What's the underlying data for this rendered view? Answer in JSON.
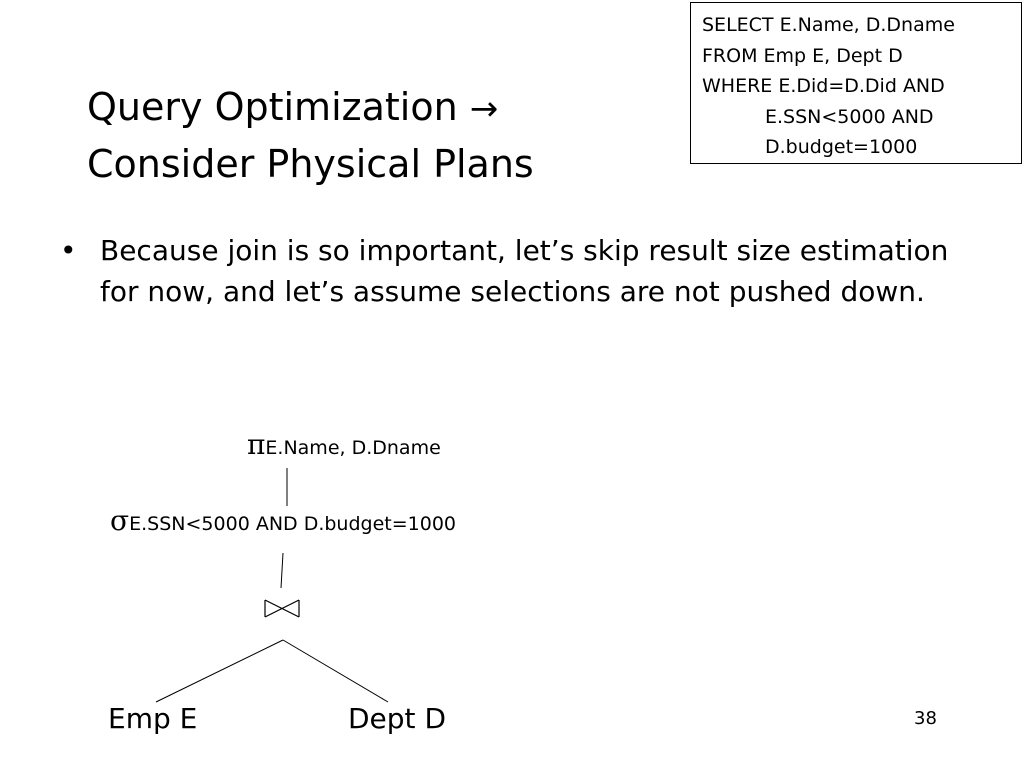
{
  "sql_box": {
    "lines": [
      "SELECT E.Name, D.Dname",
      "FROM Emp E, Dept D",
      "WHERE E.Did=D.Did AND",
      "E.SSN<5000 AND",
      "D.budget=1000"
    ]
  },
  "title": {
    "line1": "Query Optimization",
    "arrow": "→",
    "line2": "Consider Physical Plans"
  },
  "bullet": {
    "marker": "•",
    "text": "Because join is so important, let’s skip result size estimation for now, and let’s assume selections are not pushed down."
  },
  "plan_tree": {
    "projection": {
      "symbol": "π",
      "subscript": "E.Name, D.Dname"
    },
    "selection": {
      "symbol": "σ",
      "subscript": "E.SSN<5000 AND D.budget=1000"
    },
    "join": {
      "symbol": "⋈"
    },
    "left_leaf": "Emp E",
    "right_leaf": "Dept D"
  },
  "page_number": "38"
}
